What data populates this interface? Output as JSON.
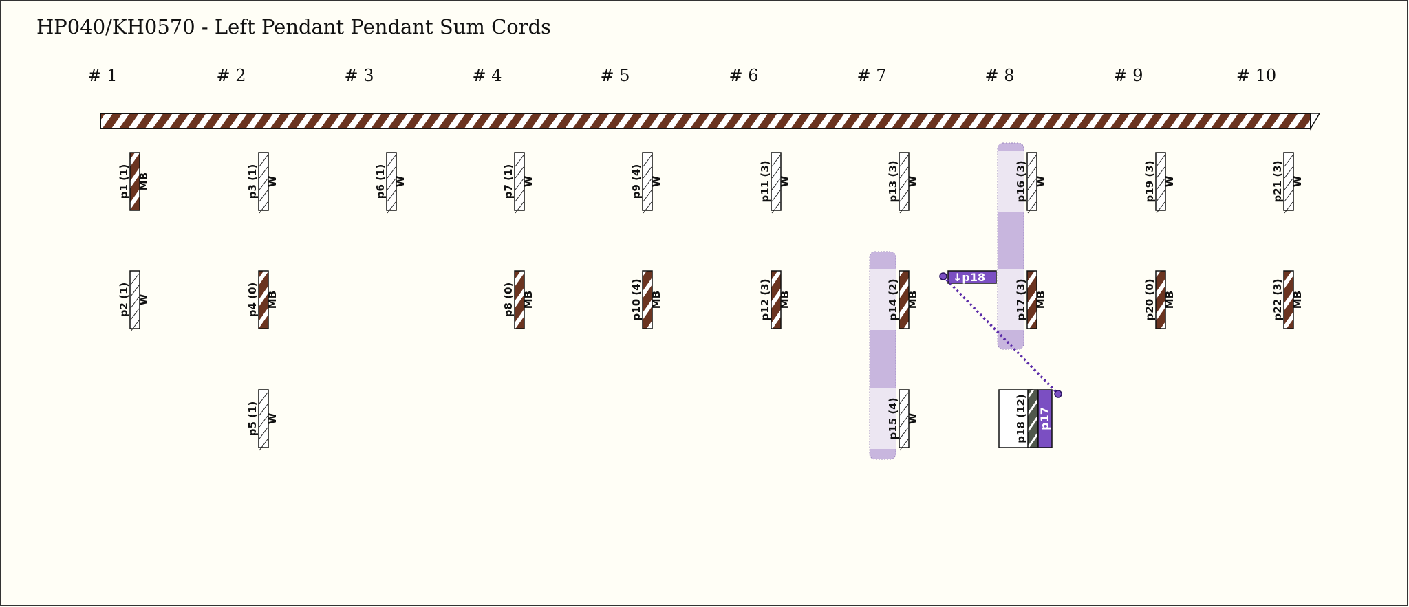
{
  "title": "HP040/KH0570 - Left Pendant Pendant Sum Cords",
  "colors": {
    "background": "#fffef6",
    "MB": "#6b3420",
    "W": "#ffffff",
    "highlight": "#c8b6de",
    "highlight_light": "#ece6f2",
    "accent": "#7b4fc2",
    "dark_cord": "#50584c"
  },
  "groups": [
    {
      "label": "# 1",
      "cords": [
        {
          "id": "p1 (1)",
          "color": "MB",
          "row": 0
        },
        {
          "id": "p2 (1)",
          "color": "W",
          "row": 1
        }
      ]
    },
    {
      "label": "# 2",
      "cords": [
        {
          "id": "p3 (1)",
          "color": "W",
          "row": 0
        },
        {
          "id": "p4 (0)",
          "color": "MB",
          "row": 1
        },
        {
          "id": "p5 (1)",
          "color": "W",
          "row": 2
        }
      ]
    },
    {
      "label": "# 3",
      "cords": [
        {
          "id": "p6 (1)",
          "color": "W",
          "row": 0
        }
      ]
    },
    {
      "label": "# 4",
      "cords": [
        {
          "id": "p7 (1)",
          "color": "W",
          "row": 0
        },
        {
          "id": "p8 (0)",
          "color": "MB",
          "row": 1
        }
      ]
    },
    {
      "label": "# 5",
      "cords": [
        {
          "id": "p9 (4)",
          "color": "W",
          "row": 0
        },
        {
          "id": "p10 (4)",
          "color": "MB",
          "row": 1
        }
      ]
    },
    {
      "label": "# 6",
      "cords": [
        {
          "id": "p11 (3)",
          "color": "W",
          "row": 0
        },
        {
          "id": "p12 (3)",
          "color": "MB",
          "row": 1
        }
      ]
    },
    {
      "label": "# 7",
      "cords": [
        {
          "id": "p13 (3)",
          "color": "W",
          "row": 0
        },
        {
          "id": "p14 (2)",
          "color": "MB",
          "row": 1
        },
        {
          "id": "p15 (4)",
          "color": "W",
          "row": 2
        }
      ]
    },
    {
      "label": "# 8",
      "cords": [
        {
          "id": "p16 (3)",
          "color": "W",
          "row": 0
        },
        {
          "id": "p17 (3)",
          "color": "MB",
          "row": 1
        },
        {
          "id": "p18 (12)",
          "color": "",
          "row": 2
        }
      ]
    },
    {
      "label": "# 9",
      "cords": [
        {
          "id": "p19 (3)",
          "color": "W",
          "row": 0
        },
        {
          "id": "p20 (0)",
          "color": "MB",
          "row": 1
        }
      ]
    },
    {
      "label": "# 10",
      "cords": [
        {
          "id": "p21 (3)",
          "color": "W",
          "row": 0
        },
        {
          "id": "p22 (3)",
          "color": "MB",
          "row": 1
        }
      ]
    }
  ],
  "links": {
    "up_tag": "↓p18",
    "down_tag": "p17"
  }
}
